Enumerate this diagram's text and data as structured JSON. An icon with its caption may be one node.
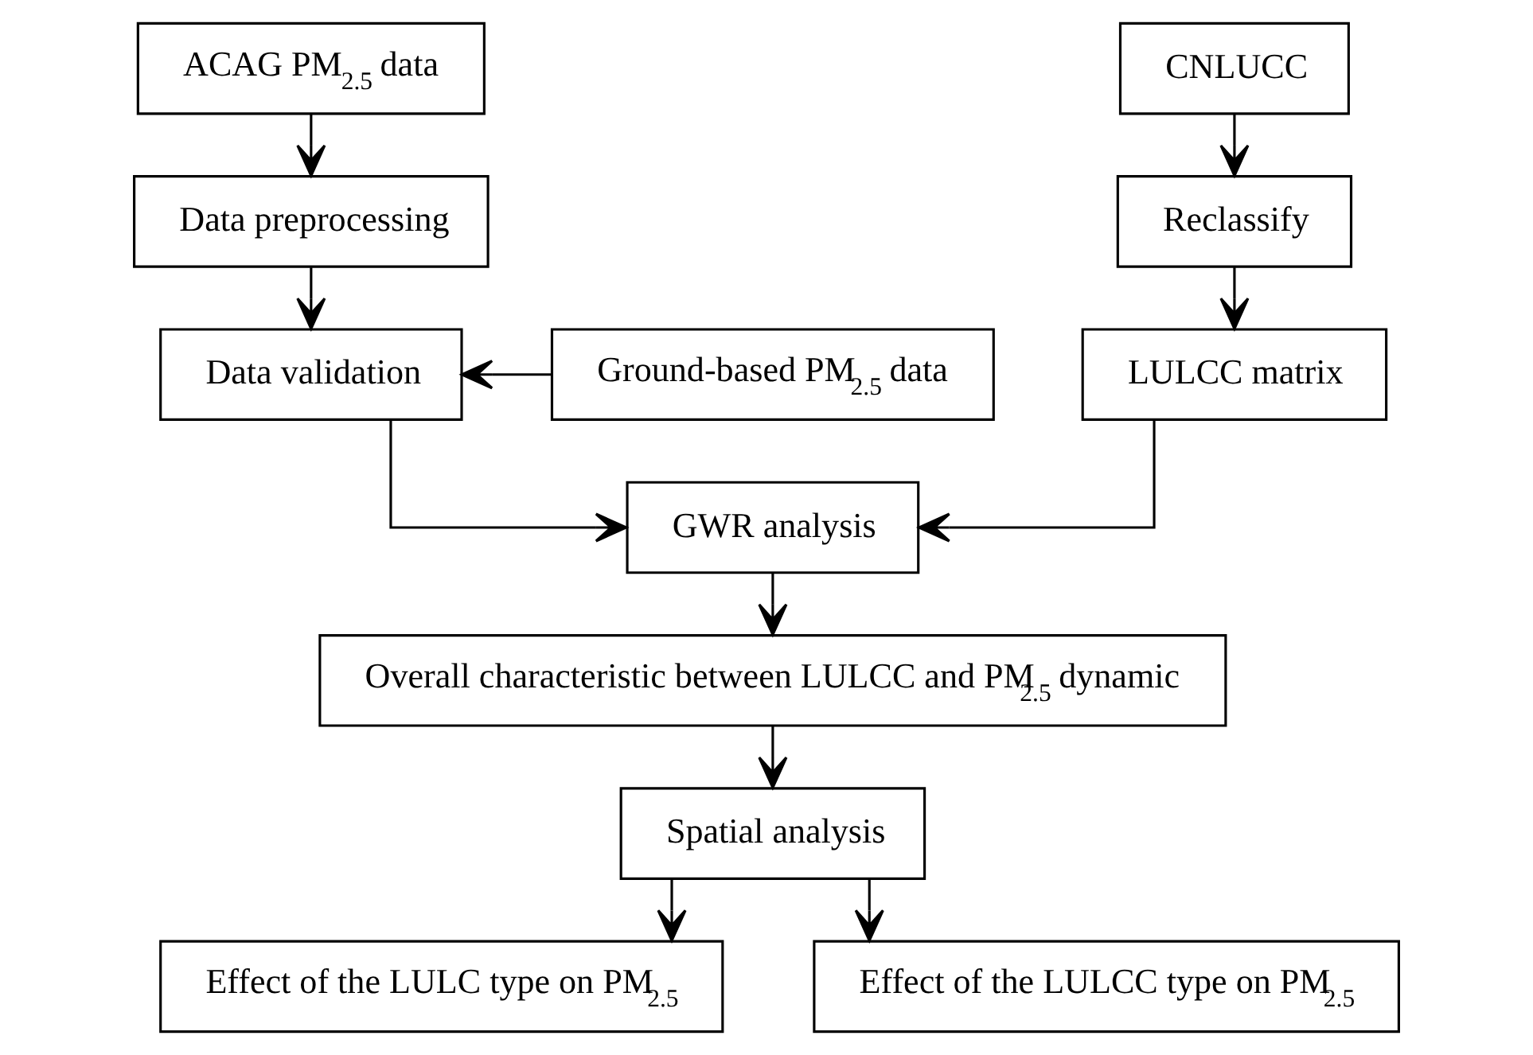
{
  "diagram": {
    "nodes": [
      {
        "text": [
          "ACAG PM$_{2.5}$ data"
        ]
      },
      {
        "text": [
          "Data preprocessing"
        ]
      },
      {
        "text": [
          "Ground-based PM$_{2.5}$ data"
        ]
      },
      {
        "text": [
          "Data validation"
        ]
      },
      {
        "text": [
          "CNLUCC"
        ]
      },
      {
        "text": [
          "Reclassify"
        ]
      },
      {
        "text": [
          "LULCC matrix"
        ]
      },
      {
        "text": [
          "GWR analysis"
        ]
      },
      {
        "text": [
          "Overall characteristic between LULCC and PM$_{2.5}$ dynamic"
        ]
      },
      {
        "text": [
          "Spatial analysis"
        ]
      },
      {
        "text": [
          "Effect of the LULC type on PM$_{2.5}$"
        ]
      },
      {
        "text": [
          "Effect of the LULCC type on PM$_{2.5}$"
        ]
      }
    ],
    "edges": [
      {
        "from": 0,
        "to": 1,
        "arrow": "to"
      },
      {
        "from": 1,
        "to": 3,
        "arrow": "to"
      },
      {
        "from": 2,
        "to": 3,
        "arrow": "to"
      },
      {
        "from": 4,
        "to": 5,
        "arrow": "to"
      },
      {
        "from": 5,
        "to": 6,
        "arrow": "to"
      },
      {
        "from": 3,
        "to": 7,
        "arrow": "to"
      },
      {
        "from": 6,
        "to": 7,
        "arrow": "to"
      },
      {
        "from": 7,
        "to": 8,
        "arrow": "to"
      },
      {
        "from": 8,
        "to": 9,
        "arrow": "to"
      },
      {
        "from": 9,
        "to": 10,
        "arrow": "to"
      },
      {
        "from": 9,
        "to": 11,
        "arrow": "to"
      }
    ]
  }
}
